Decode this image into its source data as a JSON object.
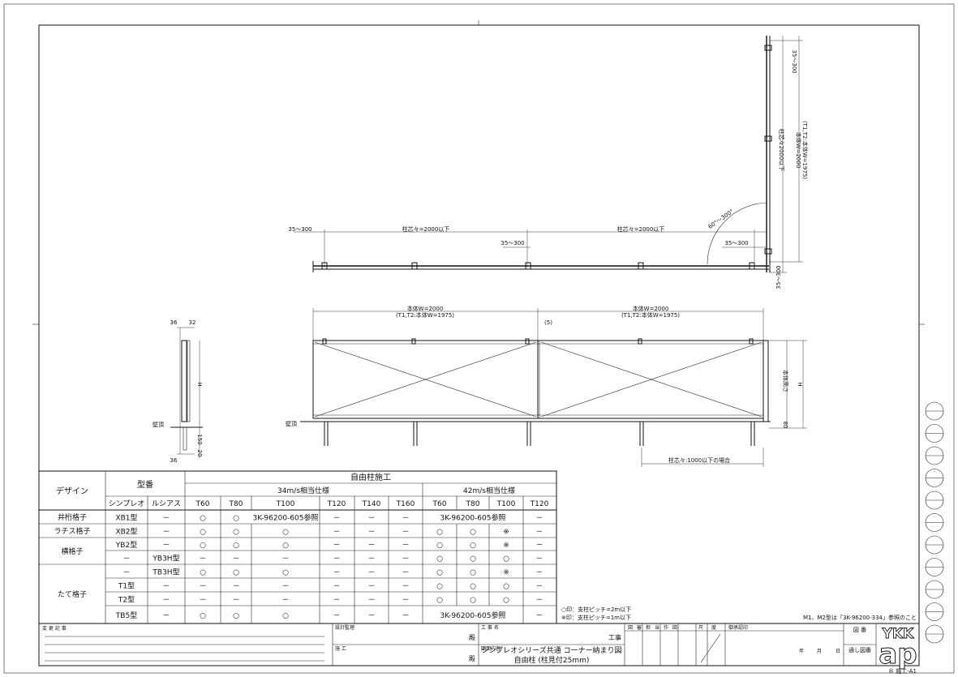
{
  "plan_view": {
    "dims_top": {
      "left_edge": "35～300",
      "pitch_left": "柱芯々=2000以下",
      "pitch_right": "柱芯々=2000以下",
      "mid_offset": "35～300",
      "right_offset": "35～300",
      "angle": "60°～300°"
    },
    "dims_right": {
      "top_offset": "35～300",
      "pitch": "柱芯々2000以下",
      "body_w1": "本体W=2000",
      "body_w2": "(T1,T2:本体W=1975)",
      "bottom_offset": "35～300"
    }
  },
  "elevation": {
    "body_w1_left": "本体W=2000",
    "body_w2_left": "(T1,T2:本体W=1975)",
    "body_w1_right": "本体W=2000",
    "body_w2_right": "(T1,T2:本体W=1975)",
    "gap": "(5)",
    "wall_top": "壁頂",
    "body_height": "本体高さ",
    "h": "H",
    "eighty": "80",
    "post_pitch": "柱芯々:1000以下の場合"
  },
  "section": {
    "d36_top": "36",
    "d32": "32",
    "h": "H",
    "wall_top": "壁頂",
    "d150": "150",
    "d20": "20",
    "d36_bottom": "36"
  },
  "spec_table": {
    "h_design": "デザイン",
    "h_model": "型番",
    "h_free_post": "自由柱施工",
    "h_34": "34m/s相当仕様",
    "h_42": "42m/s相当仕様",
    "h_simpleo": "シンプレオ",
    "h_lucias": "ルシアス",
    "cols34": [
      "T60",
      "T80",
      "T100",
      "T120",
      "T140",
      "T160"
    ],
    "cols42": [
      "T60",
      "T80",
      "T100",
      "T120"
    ],
    "rows": [
      {
        "design": "井桁格子",
        "simpleo": "XB1型",
        "lucias": "－",
        "c34": [
          "○",
          "○",
          "3K-96200-605参照",
          "－",
          "－",
          "－"
        ],
        "ref42": "3K-96200-605参照",
        "t120": "－"
      },
      {
        "design": "ラチス格子",
        "simpleo": "XB2型",
        "lucias": "－",
        "c34": [
          "○",
          "○",
          "○",
          "－",
          "－",
          "－"
        ],
        "c42": [
          "○",
          "○",
          "※",
          "－"
        ]
      },
      {
        "design": "横格子",
        "simpleo": "YB2型",
        "lucias": "－",
        "c34": [
          "○",
          "○",
          "○",
          "－",
          "－",
          "－"
        ],
        "c42": [
          "○",
          "○",
          "※",
          "－"
        ]
      },
      {
        "design": "",
        "simpleo": "－",
        "lucias": "YB3H型",
        "c34": [
          "－",
          "－",
          "－",
          "－",
          "－",
          "－"
        ],
        "c42": [
          "○",
          "○",
          "○",
          "－"
        ]
      },
      {
        "design": "たて格子",
        "simpleo": "－",
        "lucias": "TB3H型",
        "c34": [
          "○",
          "○",
          "○",
          "－",
          "－",
          "－"
        ],
        "c42": [
          "○",
          "○",
          "※",
          "－"
        ]
      },
      {
        "design": "",
        "simpleo": "T1型",
        "lucias": "－",
        "c34": [
          "－",
          "－",
          "－",
          "－",
          "－",
          "－"
        ],
        "c42": [
          "○",
          "○",
          "○",
          "－"
        ]
      },
      {
        "design": "",
        "simpleo": "T2型",
        "lucias": "－",
        "c34": [
          "－",
          "－",
          "－",
          "－",
          "－",
          "－"
        ],
        "c42": [
          "○",
          "○",
          "○",
          "－"
        ]
      },
      {
        "design": "",
        "simpleo": "TB5型",
        "lucias": "－",
        "c34": [
          "○",
          "○",
          "○",
          "－",
          "－",
          "－"
        ],
        "ref42": "3K-96200-605参照",
        "t120": "－"
      }
    ]
  },
  "notes": {
    "n1": "○印：支柱ピッチ=2m以下",
    "n2": "※印：支柱ピッチ=1m以下",
    "m_note": "M1、M2型は「3K-96200-334」参照のこと"
  },
  "title_block": {
    "change_record": "変 更 記 事",
    "design_supervisor": "設計監理",
    "dono1": "殿",
    "construction": "施  工",
    "dono2": "殿",
    "project_label": "工 事 名",
    "project_suffix": "工事",
    "content_label": "図面内容",
    "content_line1": "シンプレオシリーズ共通 コーナー納まり図",
    "content_line2": "自由柱 (柱見付25mm)",
    "stamps": [
      "図",
      "審",
      "担",
      "当",
      "作",
      "図",
      "尺",
      "度"
    ],
    "order_date": "御承認印",
    "year": "年",
    "month": "月",
    "day": "日",
    "drawing_no_label": "図 番",
    "serial_label": "通し図番",
    "logo_top": "YKK",
    "logo_bottom": "ap",
    "sheet_code": "® 施工-A1"
  }
}
